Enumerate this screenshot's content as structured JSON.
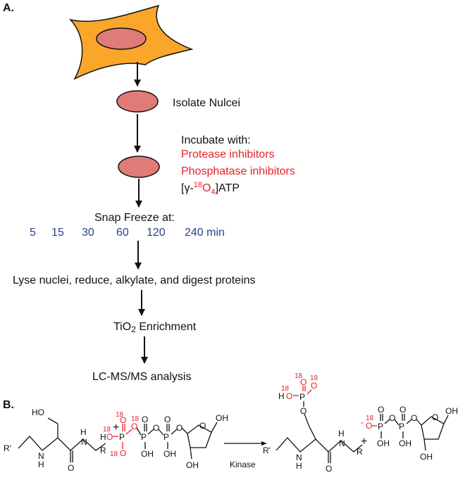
{
  "panel_a": {
    "label": "A.",
    "isolate": "Isolate Nulcei",
    "incubate_title": "Incubate with:",
    "protease": "Protease inhibitors",
    "phosphatase": "Phosphatase inhibitors",
    "atp_prefix": "[γ-",
    "atp_iso": "18",
    "atp_o": "O",
    "atp_sub": "4",
    "atp_suffix": "]ATP",
    "snap": "Snap Freeze at:",
    "times": [
      "5",
      "15",
      "30",
      "60",
      "120",
      "240 min"
    ],
    "lyse": "Lyse nuclei, reduce, alkylate, and digest proteins",
    "tio2_a": "TiO",
    "tio2_b": "2",
    "tio2_c": " Enrichment",
    "lcms": "LC-MS/MS analysis"
  },
  "panel_b": {
    "label": "B.",
    "kinase": "Kinase",
    "plus": "+",
    "ho": "HO",
    "r": "R",
    "r_prime": "R'",
    "n": "N",
    "h": "H",
    "o": "O",
    "oh": "OH",
    "p": "P",
    "iso": "18",
    "minus": "-"
  },
  "colors": {
    "cell": "#f9a62b",
    "nucleus": "#e07b78",
    "red": "#e8202a",
    "blue": "#2c3f8f"
  }
}
